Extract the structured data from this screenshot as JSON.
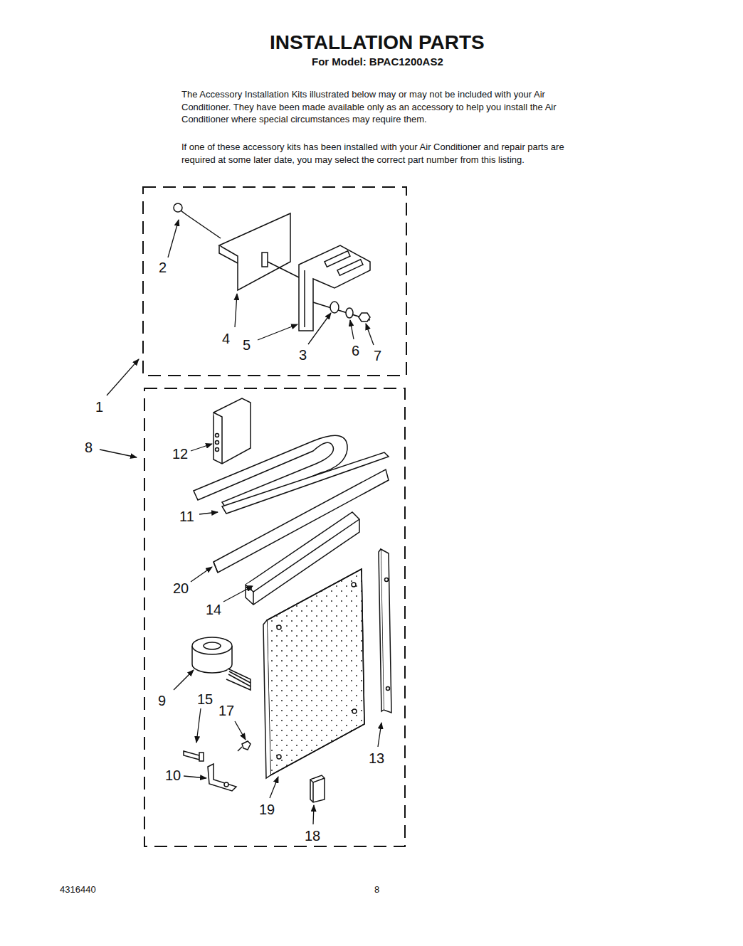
{
  "diagram": {
    "title": "INSTALLATION PARTS",
    "labels": [
      "For Model: BPAC1200AS2",
      "The Accessory Installation Kits illustrated below may or may not be included with your Air Conditioner. They have been made available only as an accessory to help you install the Air Conditioner where special circumstances may require them.",
      "If one of these accessory kits has been installed with your Air Conditioner and repair parts are required at some later date, you may select the correct part number from this listing.",
      "2",
      "4",
      "5",
      "3",
      "6",
      "7",
      "1",
      "8",
      "12",
      "11",
      "20",
      "14",
      "9",
      "15",
      "17",
      "10",
      "13",
      "19",
      "18",
      "4316440",
      "8"
    ]
  }
}
